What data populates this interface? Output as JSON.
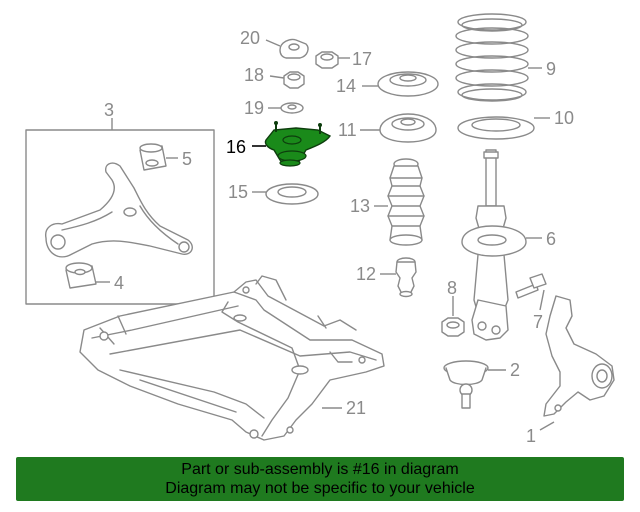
{
  "colors": {
    "highlight": "#1a8a1a",
    "banner": "#1f7a1f",
    "line": "#8a8a8a"
  },
  "callouts": {
    "c1": "1",
    "c2": "2",
    "c3": "3",
    "c4": "4",
    "c5": "5",
    "c6": "6",
    "c7": "7",
    "c8": "8",
    "c9": "9",
    "c10": "10",
    "c11": "11",
    "c12": "12",
    "c13": "13",
    "c14": "14",
    "c15": "15",
    "c16": "16",
    "c17": "17",
    "c18": "18",
    "c19": "19",
    "c20": "20",
    "c21": "21"
  },
  "highlighted_part": "16",
  "banner": {
    "line1": "Part or sub-assembly is #16 in diagram",
    "line2": "Diagram may not be specific to your vehicle"
  }
}
